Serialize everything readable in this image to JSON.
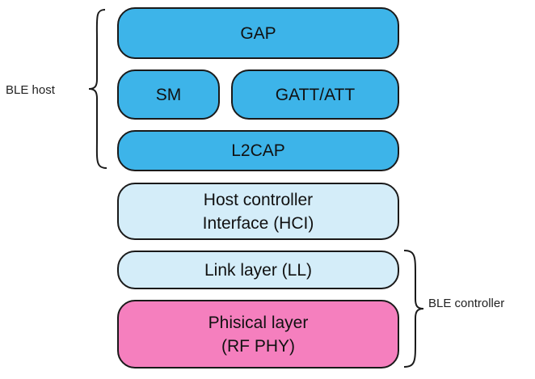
{
  "blocks": {
    "gap": "GAP",
    "sm": "SM",
    "gatt_att": "GATT/ATT",
    "l2cap": "L2CAP",
    "hci": "Host controller\nInterface (HCI)",
    "link_layer": "Link layer (LL)",
    "physical_layer": "Phisical layer\n(RF PHY)"
  },
  "groups": {
    "host": "BLE host",
    "controller": "BLE controller"
  },
  "colors": {
    "host_block": "#3db4e9",
    "hci_ll_block": "#d4edf9",
    "phy_block": "#f57fbe",
    "border": "#1a1a1a"
  }
}
